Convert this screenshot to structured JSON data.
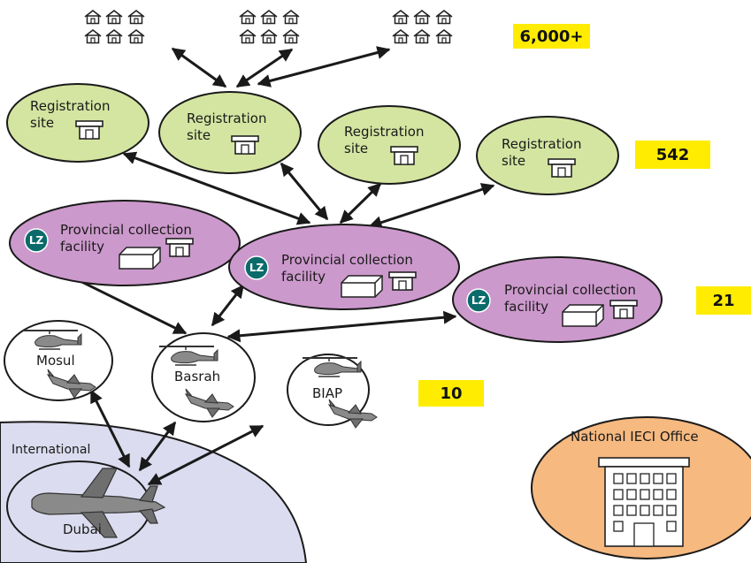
{
  "labels": {
    "reg1": [
      "Registration",
      "site"
    ],
    "reg2": [
      "Registration",
      "site"
    ],
    "reg3": [
      "Registration",
      "site"
    ],
    "reg4": [
      "Registration",
      "site"
    ],
    "pcf1": [
      "Provincial collection",
      "facility"
    ],
    "pcf2": [
      "Provincial collection",
      "facility"
    ],
    "pcf3": [
      "Provincial collection",
      "facility"
    ],
    "lz": "LZ",
    "mosul": "Mosul",
    "basrah": "Basrah",
    "biap": "BIAP",
    "international": "International",
    "dubai": "Dubai",
    "national_office": "National IECI Office"
  },
  "badges": {
    "polling_stations": "6,000+",
    "registration_sites": "542",
    "collection_facilities": "21",
    "airports": "10"
  },
  "colors": {
    "registration_fill": "#d4e5a1",
    "collection_fill": "#cc99cc",
    "lz_badge": "#0b6b6b",
    "international_fill": "#dcdcf0",
    "national_office_fill": "#f6b980",
    "badge_yellow": "#ffec00",
    "line": "#1a1a1a"
  },
  "icons": {
    "polling_station": "house-icon",
    "registration": "shed-icon",
    "collection": "warehouse-icon",
    "aircraft": "helicopter-and-plane-icon",
    "office": "office-building-icon"
  }
}
